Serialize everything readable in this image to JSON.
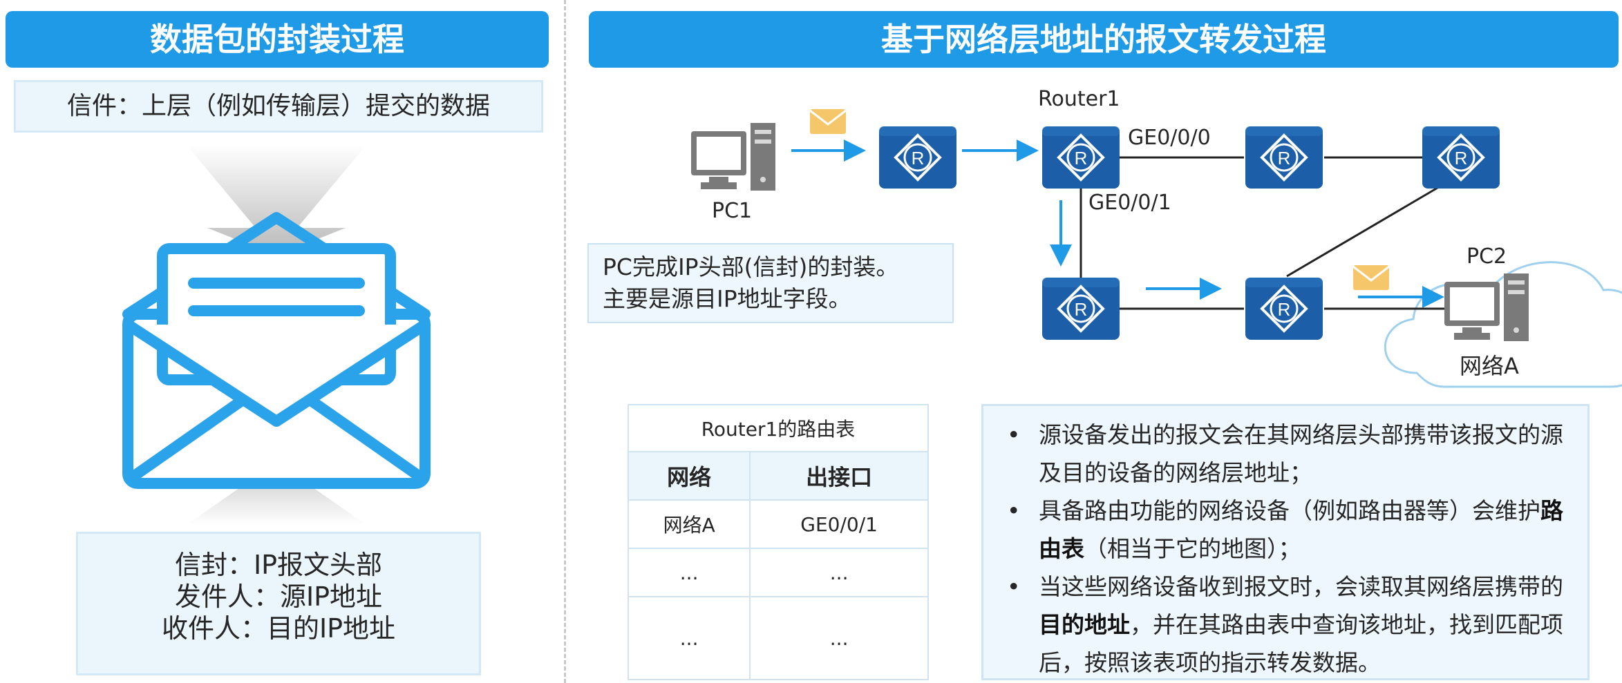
{
  "left": {
    "title": "数据包的封装过程",
    "letter_label": "信件：上层（例如传输层）提交的数据",
    "envelope_lines": [
      "信封：IP报文头部",
      "发件人：源IP地址",
      "收件人：目的IP地址"
    ]
  },
  "right": {
    "title": "基于网络层地址的报文转发过程",
    "labels": {
      "router1": "Router1",
      "ge000": "GE0/0/0",
      "ge001": "GE0/0/1",
      "pc1": "PC1",
      "pc2": "PC2",
      "network_a": "网络A"
    },
    "callout_lines": [
      "PC完成IP头部(信封)的封装。",
      "主要是源目IP地址字段。"
    ],
    "routing_table": {
      "caption": "Router1的路由表",
      "headers": [
        "网络",
        "出接口"
      ],
      "rows": [
        [
          "网络A",
          "GE0/0/1"
        ],
        [
          "...",
          "..."
        ],
        [
          "...",
          "..."
        ]
      ]
    },
    "notes": [
      {
        "pre": "源设备发出的报文会在其网络层头部携带该报文的源及目的设备的网络层地址；",
        "bold": "",
        "post": ""
      },
      {
        "pre": "具备路由功能的网络设备（例如路由器等）会维护",
        "bold": "路由表",
        "post": "（相当于它的地图）；"
      },
      {
        "pre": "当这些网络设备收到报文时，会读取其网络层携带的",
        "bold": "目的地址",
        "post": "，并在其路由表中查询该地址，找到匹配项后，按照该表项的指示转发数据。"
      }
    ]
  },
  "colors": {
    "header": "#1e9ae6",
    "router": "#1c5fa8",
    "arrow": "#1e9ae6",
    "envelope_icon": "#f6c76a",
    "panel_bg": "#eaf5fc"
  },
  "icons": [
    "router-icon",
    "pc-icon",
    "envelope-icon",
    "cloud-icon",
    "open-envelope-icon"
  ]
}
